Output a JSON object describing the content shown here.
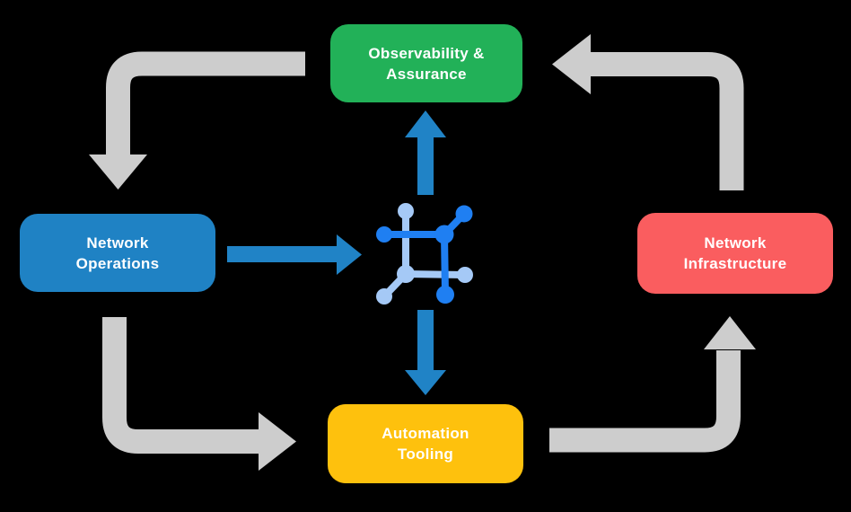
{
  "diagram": {
    "name": "network-automation-cycle",
    "center_icon": "network-mesh-icon",
    "nodes": {
      "observability": {
        "line1": "Observability &",
        "line2": "Assurance",
        "color": "#22b158"
      },
      "operations": {
        "line1": "Network",
        "line2": "Operations",
        "color": "#1f82c4"
      },
      "infrastructure": {
        "line1": "Network",
        "line2": "Infrastructure",
        "color": "#fa5d5f"
      },
      "automation": {
        "line1": "Automation",
        "line2": "Tooling",
        "color": "#fec10d"
      }
    },
    "flows": [
      {
        "from": "observability",
        "to": "operations",
        "style": "gray-elbow"
      },
      {
        "from": "operations",
        "to": "automation",
        "style": "gray-elbow"
      },
      {
        "from": "automation",
        "to": "infrastructure",
        "style": "gray-elbow"
      },
      {
        "from": "infrastructure",
        "to": "observability",
        "style": "gray-elbow"
      },
      {
        "from": "operations",
        "to": "center-icon",
        "style": "blue-straight"
      },
      {
        "from": "center-icon",
        "to": "observability",
        "style": "blue-straight"
      },
      {
        "from": "center-icon",
        "to": "automation",
        "style": "blue-straight"
      }
    ]
  },
  "colors": {
    "background": "#000000",
    "gray_arrow": "#cdcdcd",
    "blue_arrow": "#2083c6",
    "icon_dark_blue": "#1f7ff2",
    "icon_light_blue": "#a5c9f6",
    "label_text": "#ffffff"
  }
}
